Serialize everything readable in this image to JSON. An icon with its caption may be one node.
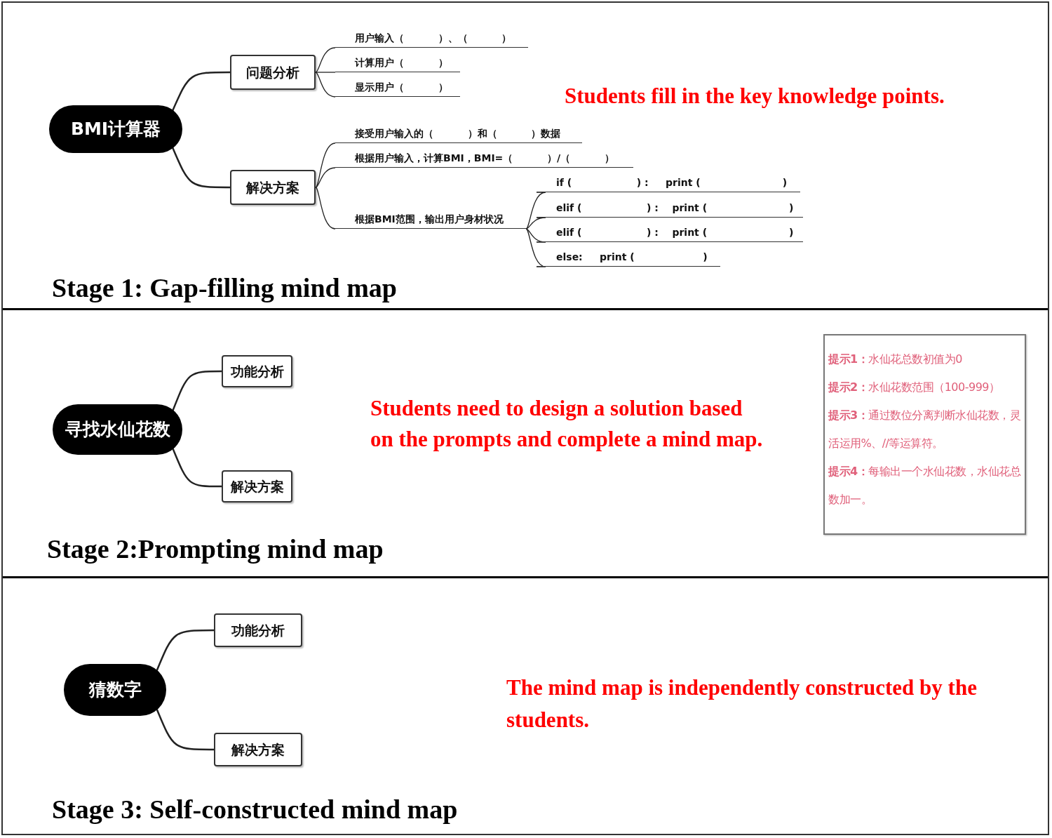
{
  "diagram": {
    "nodes": [
      {
        "text": [
          "BMI计算器"
        ]
      },
      {
        "text": [
          "问题分析"
        ]
      },
      {
        "text": [
          "用户输入（          ）、（          ）"
        ]
      },
      {
        "text": [
          "计算用户（          ）"
        ]
      },
      {
        "text": [
          "显示用户（          ）"
        ]
      },
      {
        "text": [
          "解决方案"
        ]
      },
      {
        "text": [
          "接受用户输入的（          ）和（          ）数据"
        ]
      },
      {
        "text": [
          "根据用户输入，计算BMI，BMI=（          ）/（          ）"
        ]
      },
      {
        "text": [
          "根据BMI范围，输出用户身材状况"
        ]
      },
      {
        "text": [
          "if (                   ) :     print (                        )"
        ]
      },
      {
        "text": [
          "elif (                   ) :    print (                        )"
        ]
      },
      {
        "text": [
          "elif (                   ) :    print (                        )"
        ]
      },
      {
        "text": [
          "else:     print (                    )"
        ]
      },
      {
        "text": [
          "寻找水仙花数"
        ]
      },
      {
        "text": [
          "功能分析"
        ]
      },
      {
        "text": [
          "解决方案"
        ]
      },
      {
        "text": [
          "**提示1：**水仙花总数初值为0",
          "**提示2：**水仙花数范围（100-999）",
          "**提示3：**通过数位分离判断水仙花数，灵活运用%、//等运算符。",
          "**提示4：**每输出一个水仙花数，水仙花总数加一。"
        ]
      },
      {
        "text": [
          "猜数字"
        ]
      },
      {
        "text": [
          "功能分析"
        ]
      },
      {
        "text": [
          "解决方案"
        ]
      }
    ],
    "edges": [
      {
        "from": 0,
        "to": 1,
        "arrow": "none"
      },
      {
        "from": 0,
        "to": 5,
        "arrow": "none"
      },
      {
        "from": 1,
        "to": 2,
        "arrow": "none"
      },
      {
        "from": 1,
        "to": 3,
        "arrow": "none"
      },
      {
        "from": 1,
        "to": 4,
        "arrow": "none"
      },
      {
        "from": 5,
        "to": 6,
        "arrow": "none"
      },
      {
        "from": 5,
        "to": 7,
        "arrow": "none"
      },
      {
        "from": 5,
        "to": 8,
        "arrow": "none"
      },
      {
        "from": 8,
        "to": 9,
        "arrow": "none"
      },
      {
        "from": 8,
        "to": 10,
        "arrow": "none"
      },
      {
        "from": 8,
        "to": 11,
        "arrow": "none"
      },
      {
        "from": 8,
        "to": 12,
        "arrow": "none"
      },
      {
        "from": 13,
        "to": 14,
        "arrow": "none"
      },
      {
        "from": 13,
        "to": 15,
        "arrow": "none"
      },
      {
        "from": 17,
        "to": 18,
        "arrow": "none"
      },
      {
        "from": 17,
        "to": 19,
        "arrow": "none"
      }
    ],
    "labels": [
      "Students fill in the key knowledge points.",
      "Stage 1: Gap-filling mind map",
      "Students need to design a solution based on the prompts and complete a mind map.",
      "Stage 2:Prompting mind map",
      "The mind map is independently constructed by the students.",
      "Stage 3: Self-constructed mind map"
    ]
  }
}
